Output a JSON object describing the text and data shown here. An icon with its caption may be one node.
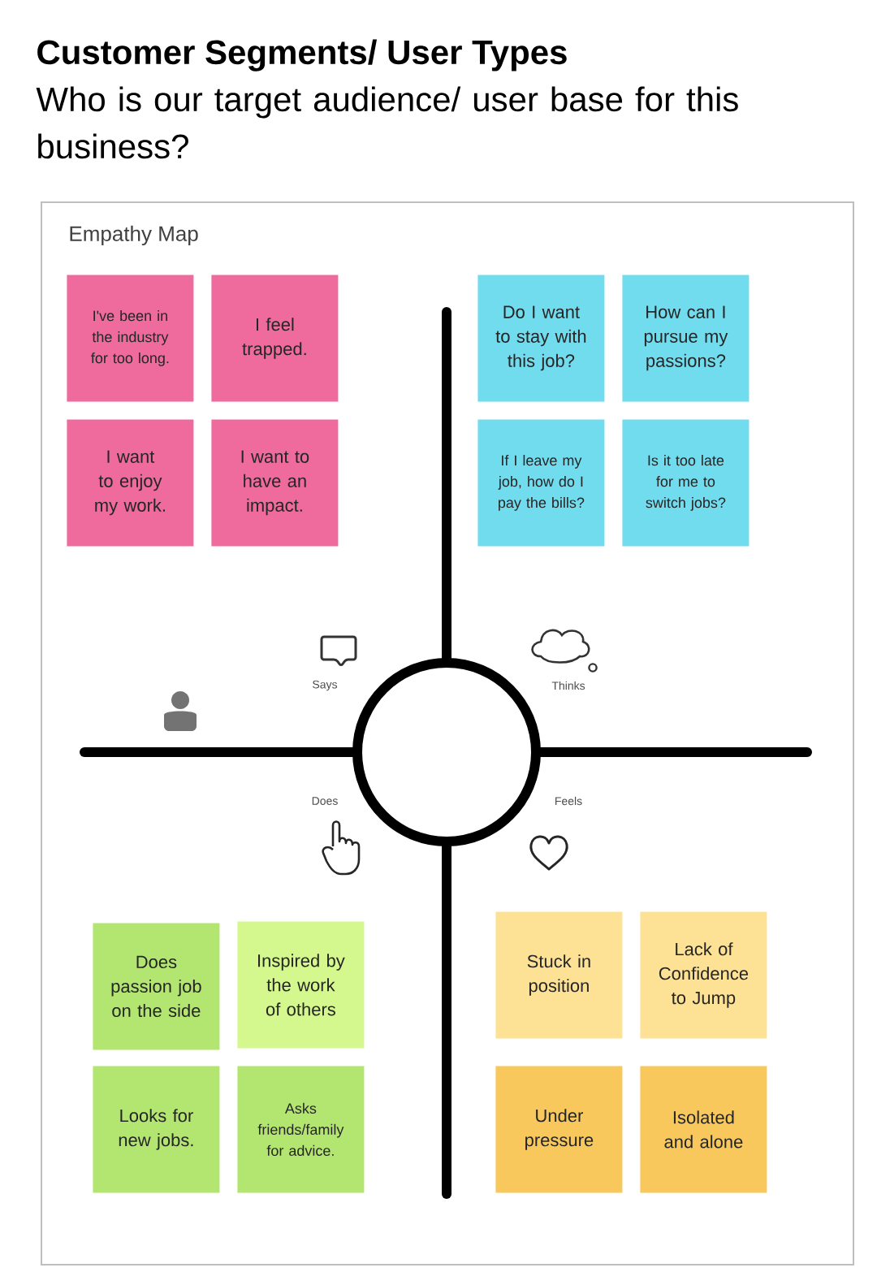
{
  "diagram": {
    "title": "Customer Segments/ User Types",
    "nodes": [
      {
        "text": [
          "Empathy Map"
        ]
      },
      {
        "text": [
          "I've been in the industry for too long."
        ],
        "in": 0
      },
      {
        "text": [
          "I feel trapped."
        ],
        "in": 0
      },
      {
        "text": [
          "I want to enjoy my work."
        ],
        "in": 0
      },
      {
        "text": [
          "I want to have an impact."
        ],
        "in": 0
      },
      {
        "text": [
          "Do I want to stay with this job?"
        ],
        "in": 0
      },
      {
        "text": [
          "How can I pursue my passions?"
        ],
        "in": 0
      },
      {
        "text": [
          "If I leave my job, how do I pay the bills?"
        ],
        "in": 0
      },
      {
        "text": [
          "Is it too late for me to switch jobs?"
        ],
        "in": 0
      },
      {
        "text": [],
        "shape": "circle",
        "in": 0
      },
      {
        "text": [
          "Does passion job on the side"
        ],
        "in": 0
      },
      {
        "text": [
          "Inspired by the work of others"
        ],
        "in": 0
      },
      {
        "text": [
          "Looks for new jobs."
        ],
        "in": 0
      },
      {
        "text": [
          "Asks friends/family for advice."
        ],
        "in": 0
      },
      {
        "text": [
          "Stuck in position"
        ],
        "in": 0
      },
      {
        "text": [
          "Lack of Confidence to Jump"
        ],
        "in": 0
      },
      {
        "text": [
          "Under pressure"
        ],
        "in": 0
      },
      {
        "text": [
          "Isolated and alone"
        ],
        "in": 0
      }
    ],
    "edges": [],
    "labels": [
      "Who is our target audience/ user base for this business?",
      "Says",
      "Thinks",
      "Does",
      "Feels"
    ]
  }
}
